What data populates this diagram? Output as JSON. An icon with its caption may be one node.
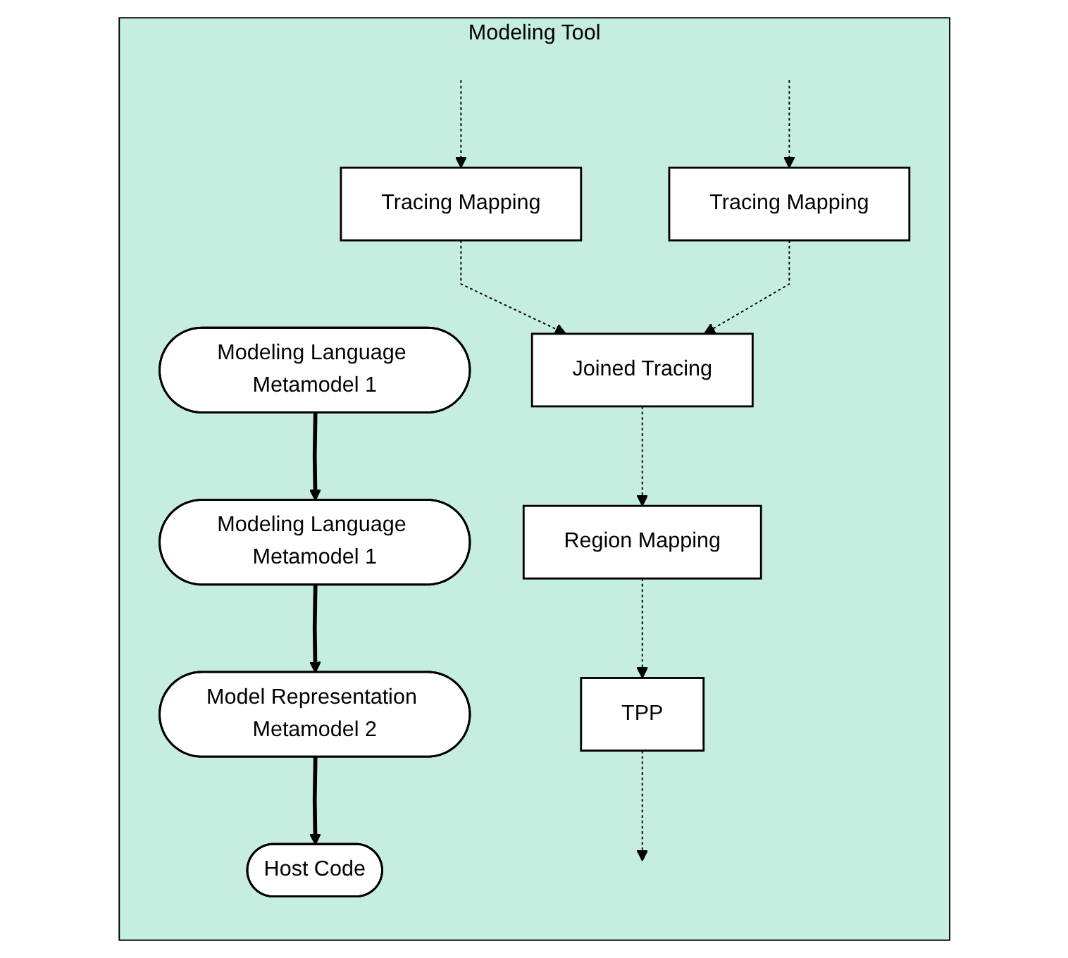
{
  "diagram": {
    "nodes": [
      {
        "text": [
          "Modeling Tool"
        ]
      },
      {
        "text": [
          "Modeling Language Metamodel 1"
        ],
        "in": 0
      },
      {
        "text": [
          "Modeling Language Metamodel 1"
        ],
        "in": 0
      },
      {
        "text": [
          "Model Representation Metamodel 2"
        ],
        "in": 0
      },
      {
        "text": [
          "Host Code"
        ],
        "in": 0
      },
      {
        "text": [
          "Tracing Mapping"
        ],
        "in": 0
      },
      {
        "text": [
          "Tracing Mapping"
        ],
        "in": 0
      },
      {
        "text": [
          "Joined Tracing"
        ],
        "in": 0
      },
      {
        "text": [
          "Region Mapping"
        ],
        "in": 0
      },
      {
        "text": [
          "TPP"
        ],
        "in": 0
      }
    ],
    "edges": [
      {
        "from": 1,
        "to": 2,
        "arrow": "to",
        "style": "thick"
      },
      {
        "from": 2,
        "to": 3,
        "arrow": "to",
        "style": "thick"
      },
      {
        "from": 3,
        "to": 4,
        "arrow": "to",
        "style": "thick"
      },
      {
        "from": null,
        "to": 5,
        "arrow": "to",
        "style": "dashed"
      },
      {
        "from": null,
        "to": 6,
        "arrow": "to",
        "style": "dashed"
      },
      {
        "from": 5,
        "to": 7,
        "arrow": "to",
        "style": "dashed"
      },
      {
        "from": 6,
        "to": 7,
        "arrow": "to",
        "style": "dashed"
      },
      {
        "from": 7,
        "to": 8,
        "arrow": "to",
        "style": "dashed"
      },
      {
        "from": 8,
        "to": 9,
        "arrow": "to",
        "style": "dashed"
      },
      {
        "from": 9,
        "to": null,
        "arrow": "to",
        "style": "dashed"
      }
    ]
  }
}
